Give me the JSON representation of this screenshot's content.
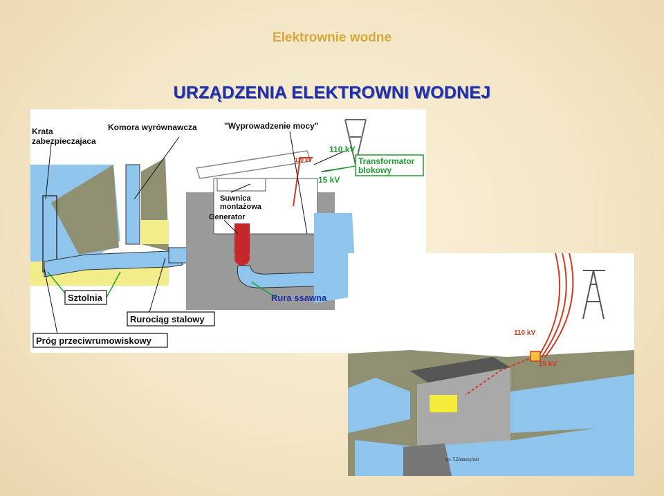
{
  "slide": {
    "title": "Elektrownie wodne",
    "heading": "URZĄDZENIA ELEKTROWNI WODNEJ"
  },
  "diagram1": {
    "labels": {
      "krata_line1": "Krata",
      "krata_line2": "zabezpieczajaca",
      "komora": "Komora wyrównawcza",
      "wyprowadzenie": "\"Wyprowadzenie mocy\"",
      "kv110": "110 kV",
      "kv110_small": "110 kV",
      "transformator_line1": "Transformator",
      "transformator_line2": "blokowy",
      "kv15": "15 kV",
      "suwnica_line1": "Suwnica",
      "suwnica_line2": "montażowa",
      "generator": "Generator",
      "sztolnia": "Sztolnia",
      "rura": "Rura ssawna",
      "rurociag": "Rurociąg stalowy",
      "prog": "Próg przeciwrumowiskowy"
    }
  },
  "diagram2": {
    "labels": {
      "kv110": "110 kV",
      "kv15": "15 kV",
      "credit": "rys. T.Zabaczyński"
    }
  },
  "colors": {
    "water": "#8fc4ec",
    "concrete": "#9a9a9a",
    "earth": "#8f8f72",
    "yellow": "#f3ec8a",
    "label_green": "#1d9e2d",
    "cable_red": "#d23a1e"
  }
}
